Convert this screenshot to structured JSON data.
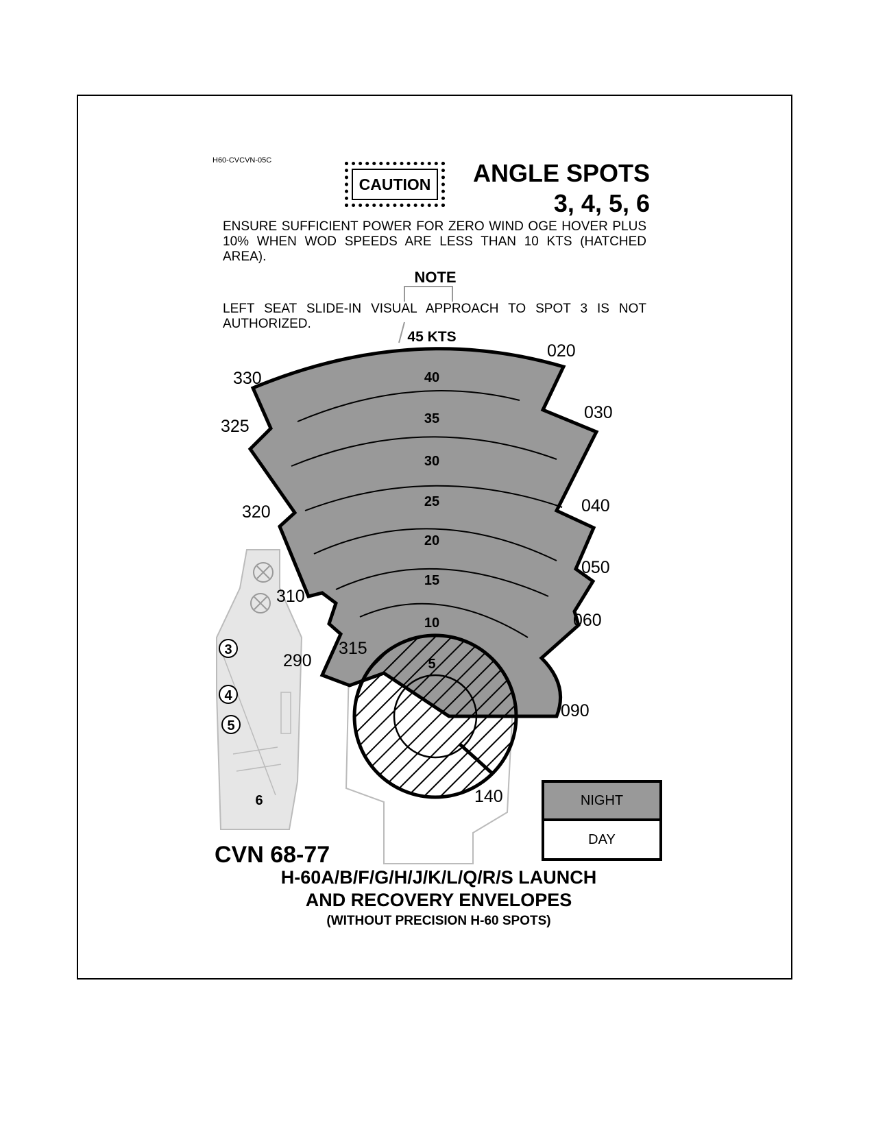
{
  "figure_id": "H60-CVCVN-05C",
  "caution_label": "CAUTION",
  "title_line1": "ANGLE SPOTS",
  "title_line2": "3, 4, 5, 6",
  "caution_text": "ENSURE SUFFICIENT POWER FOR ZERO WIND OGE HOVER PLUS 10% WHEN WOD SPEEDS ARE LESS THAN 10 KTS (HATCHED AREA).",
  "note_heading": "NOTE",
  "note_text": "LEFT SEAT SLIDE-IN VISUAL APPROACH TO SPOT 3 IS NOT AUTHORIZED.",
  "speed_labels": [
    "45 KTS",
    "40",
    "35",
    "30",
    "25",
    "20",
    "15",
    "10",
    "5"
  ],
  "envelope_relative_wind_heading": [
    "330",
    "325",
    "320",
    "310",
    "290",
    "315",
    "020",
    "030",
    "040",
    "050",
    "060",
    "090",
    "140"
  ],
  "spot_labels": [
    "3",
    "4",
    "5",
    "6"
  ],
  "ship_label": "CVN 68-77",
  "subtitle_line1": "H-60A/B/F/G/H/J/K/L/Q/R/S LAUNCH",
  "subtitle_line2": "AND RECOVERY ENVELOPES",
  "subtitle_line3": "(WITHOUT PRECISION H-60 SPOTS)",
  "legend": {
    "night": "NIGHT",
    "day": "DAY"
  },
  "colors": {
    "night_fill": "#999999",
    "day_fill": "#ffffff",
    "ship_outline": "#bbbbbb",
    "deck_fill": "#e6e6e6"
  }
}
